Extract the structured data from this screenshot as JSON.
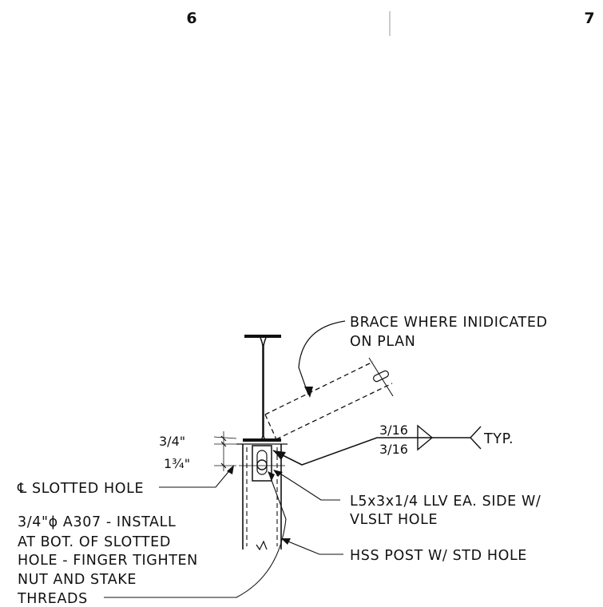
{
  "grid": {
    "left_label": "6",
    "right_label": "7"
  },
  "notes": {
    "brace_line1": "BRACE WHERE INIDICATED",
    "brace_line2": "ON PLAN",
    "slotted_hole": "℄ SLOTTED HOLE",
    "anchor_line1": "3/4\"ɸ A307 - INSTALL",
    "anchor_line2": "AT BOT. OF SLOTTED",
    "anchor_line3": "HOLE - FINGER TIGHTEN",
    "anchor_line4": "NUT AND STAKE",
    "anchor_line5": "THREADS",
    "angle_line1": "L5x3x1/4 LLV EA. SIDE W/",
    "angle_line2": "VLSLT HOLE",
    "post": "HSS POST W/ STD HOLE"
  },
  "weld": {
    "top": "3/16",
    "bottom": "3/16",
    "tail": "TYP."
  },
  "dims": {
    "d1": "3/4\"",
    "d2": "1¾\""
  }
}
